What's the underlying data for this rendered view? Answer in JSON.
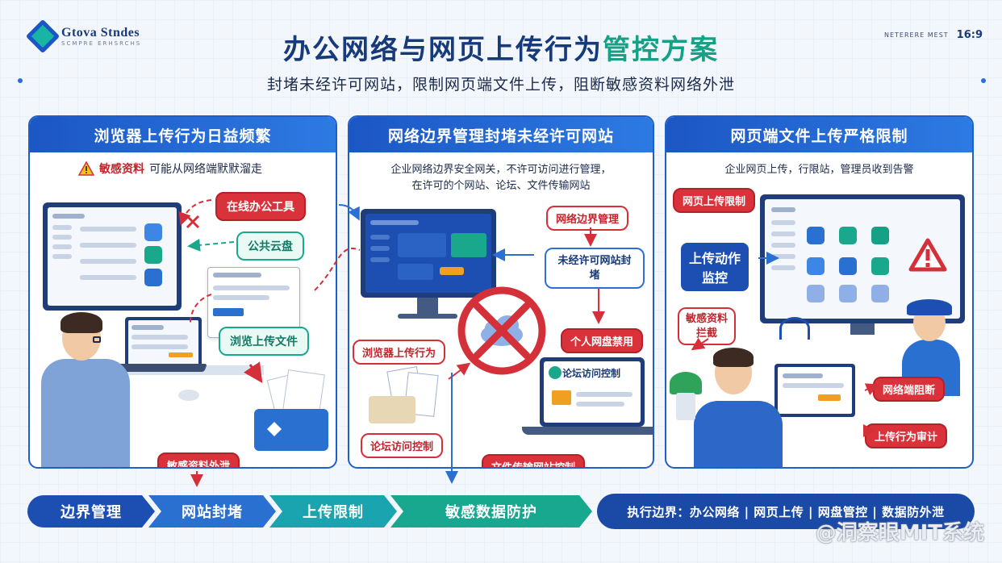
{
  "header": {
    "logo_name": "Gtova Stndes",
    "logo_sub": "SCMPRE ERHSRCHS",
    "title_part1": "办公网络与网页上传行为",
    "title_part2": "管控方案",
    "subtitle": "封堵未经许可网站，限制网页端文件上传，阻断敏感资料网络外泄",
    "top_right_text": "NETERERE MEST",
    "top_right_ratio": "16:9"
  },
  "panel1": {
    "title": "浏览器上传行为日益频繁",
    "warning_keyword": "敏感资料",
    "warning_rest": "可能从网络端默默溜走",
    "label_online_tools": "在线办公工具",
    "label_cloud": "公共云盘",
    "label_upload": "浏览上传文件",
    "label_leak": "敏感资料外泄"
  },
  "panel2": {
    "title": "网络边界管理封堵未经许可网站",
    "desc_line1": "企业网络边界安全网关，不许可访问进行管理，",
    "desc_line2": "在许可的个网站、论坛、文件传输网站",
    "label_boundary": "网络边界管理",
    "label_block": "未经许可网站封堵",
    "label_personal_disk": "个人网盘禁用",
    "label_browser_upload": "浏览器上传行为",
    "label_forum_left": "论坛访问控制",
    "label_forum_right": "论坛访问控制",
    "label_file_transfer": "文件传输网站控制"
  },
  "panel3": {
    "title": "网页端文件上传严格限制",
    "desc_line1": "企业网页上传，行限站，管理员收到告警",
    "label_web_upload": "网页上传限制",
    "label_monitor": "上传动作监控",
    "label_intercept": "敏感资料拦截",
    "label_block": "网络端阻断",
    "label_audit": "上传行为审计"
  },
  "flow": {
    "step1": "边界管理",
    "step2": "网站封堵",
    "step3": "上传限制",
    "step4": "敏感数据防护",
    "exec_text": "执行边界：办公网络 | 网页上传 | 网盘管控 | 数据防外泄"
  },
  "watermark": "@洞察眼MIT系统",
  "colors": {
    "primary_blue": "#1e5fc9",
    "navy": "#173a7a",
    "teal": "#16a085",
    "alert_red": "#d4303a"
  }
}
